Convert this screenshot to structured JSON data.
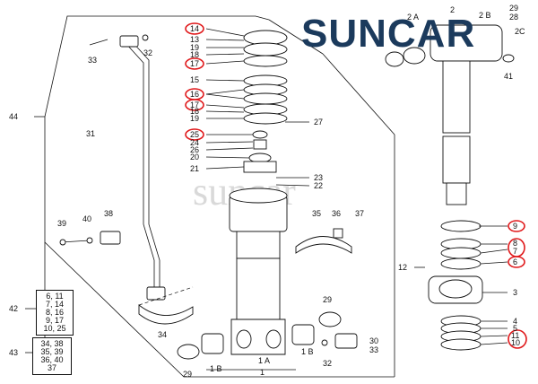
{
  "brand": {
    "logo_text": "SUNCAR",
    "watermark": "suncar",
    "colors": {
      "logo": "#1b3a5c",
      "highlight": "#e0191b",
      "line": "#111111"
    }
  },
  "side_labels": {
    "assembly": "44",
    "kit_a": "42",
    "kit_b": "43"
  },
  "kit_a_rows": [
    "6, 11",
    "7, 14",
    "8, 16",
    "9, 17",
    "10, 25"
  ],
  "kit_b_rows": [
    "34, 38",
    "35, 39",
    "36, 40",
    "37"
  ],
  "labels": {
    "p1": "1",
    "p1a": "1 A",
    "p1b_left": "1 B",
    "p1b_right": "1 B",
    "p2": "2",
    "p2a": "2 A",
    "p2b": "2 B",
    "p2c": "2C",
    "p3": "3",
    "p4": "4",
    "p5": "5",
    "p6": "6",
    "p7": "7",
    "p8": "8",
    "p9": "9",
    "p10": "10",
    "p11": "11",
    "p12": "12",
    "p13": "13",
    "p14": "14",
    "p15": "15",
    "p16": "16",
    "p17_top": "17",
    "p17_bottom": "17",
    "p18_top": "18",
    "p18_bottom": "18",
    "p19_top": "19",
    "p19_bottom": "19",
    "p20": "20",
    "p21": "21",
    "p22": "22",
    "p23": "23",
    "p24": "24",
    "p25": "25",
    "p26": "26",
    "p27": "27",
    "p28": "28",
    "p29_top": "29",
    "p29_mid": "29",
    "p29_bottom": "29",
    "p30": "30",
    "p31": "31",
    "p32_top": "32",
    "p32_bottom": "32",
    "p33_top": "33",
    "p33_bottom": "33",
    "p34": "34",
    "p35": "35",
    "p36": "36",
    "p37": "37",
    "p38": "38",
    "p39": "39",
    "p40": "40",
    "p41": "41"
  }
}
